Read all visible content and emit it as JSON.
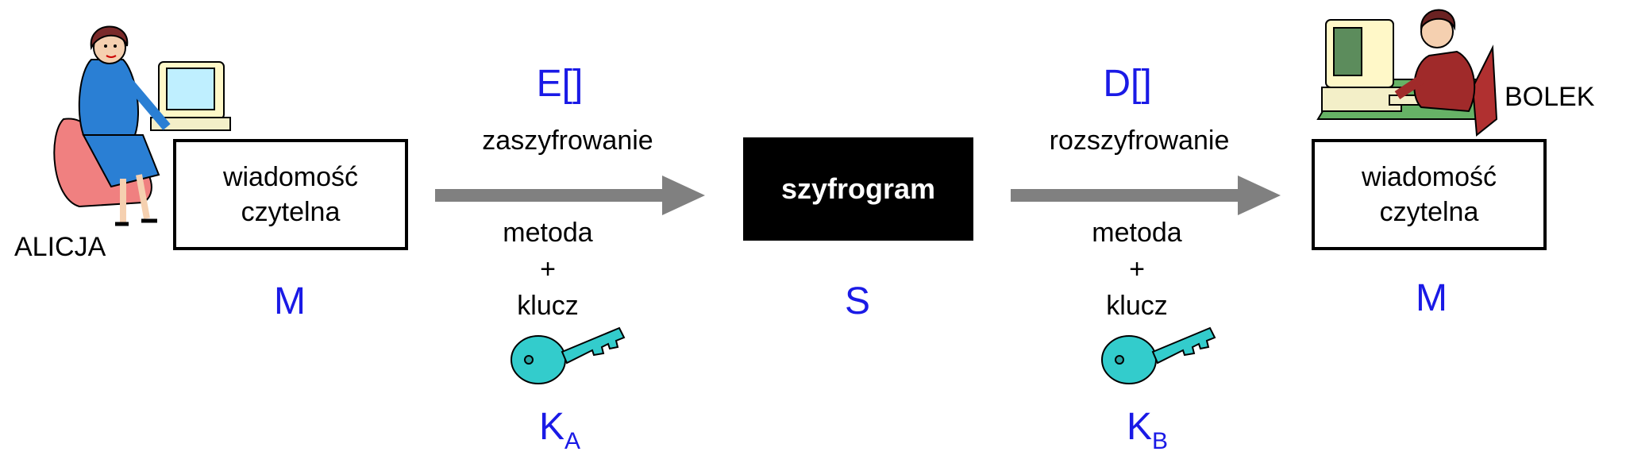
{
  "alice": {
    "name": "ALICJA",
    "message_line1": "wiadomość",
    "message_line2": "czytelna",
    "symbol": "M"
  },
  "encrypt": {
    "symbol": "E[]",
    "label": "zaszyfrowanie",
    "method_line1": "metoda",
    "method_line2": "+",
    "method_line3": "klucz",
    "key_main": "K",
    "key_sub": "A"
  },
  "cipher": {
    "label": "szyfrogram",
    "symbol": "S"
  },
  "decrypt": {
    "symbol": "D[]",
    "label": "rozszyfrowanie",
    "method_line1": "metoda",
    "method_line2": "+",
    "method_line3": "klucz",
    "key_main": "K",
    "key_sub": "B"
  },
  "bob": {
    "name": "BOLEK",
    "message_line1": "wiadomość",
    "message_line2": "czytelna",
    "symbol": "M"
  },
  "colors": {
    "accent": "#1a1ae6",
    "arrow": "#808080",
    "key": "#33cccc"
  }
}
